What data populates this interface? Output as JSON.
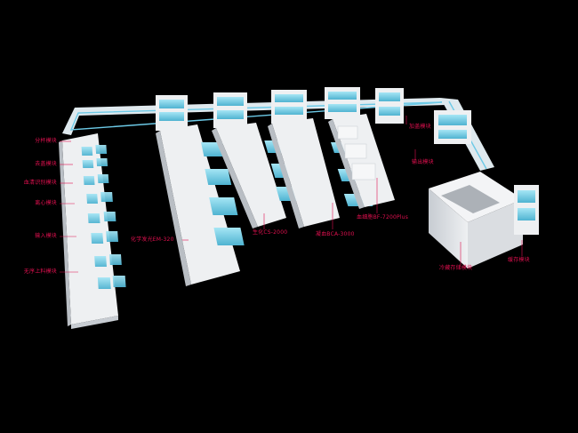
{
  "colors": {
    "background": "#000000",
    "label": "#e0104f",
    "module_white": "#eef0f2",
    "module_shadow": "#b9bec4",
    "glass_blue": "#7fd3ea",
    "conveyor": "#cfe9f3"
  },
  "labels": {
    "sampling": "分杯模块",
    "decap": "去盖模块",
    "serum_identify": "血清识别模块",
    "centrifuge": "离心模块",
    "input": "输入模块",
    "unload_load": "无序上料模块",
    "chemi": "化学发光EM-320",
    "bio_cs": "生化CS-2000",
    "coag": "凝血BCA-3000",
    "hema": "血细胞BF-7200Plus",
    "recap": "加盖模块",
    "output": "输出模块",
    "cold_storage": "冷藏存储模块",
    "buffer": "缓存模块"
  }
}
